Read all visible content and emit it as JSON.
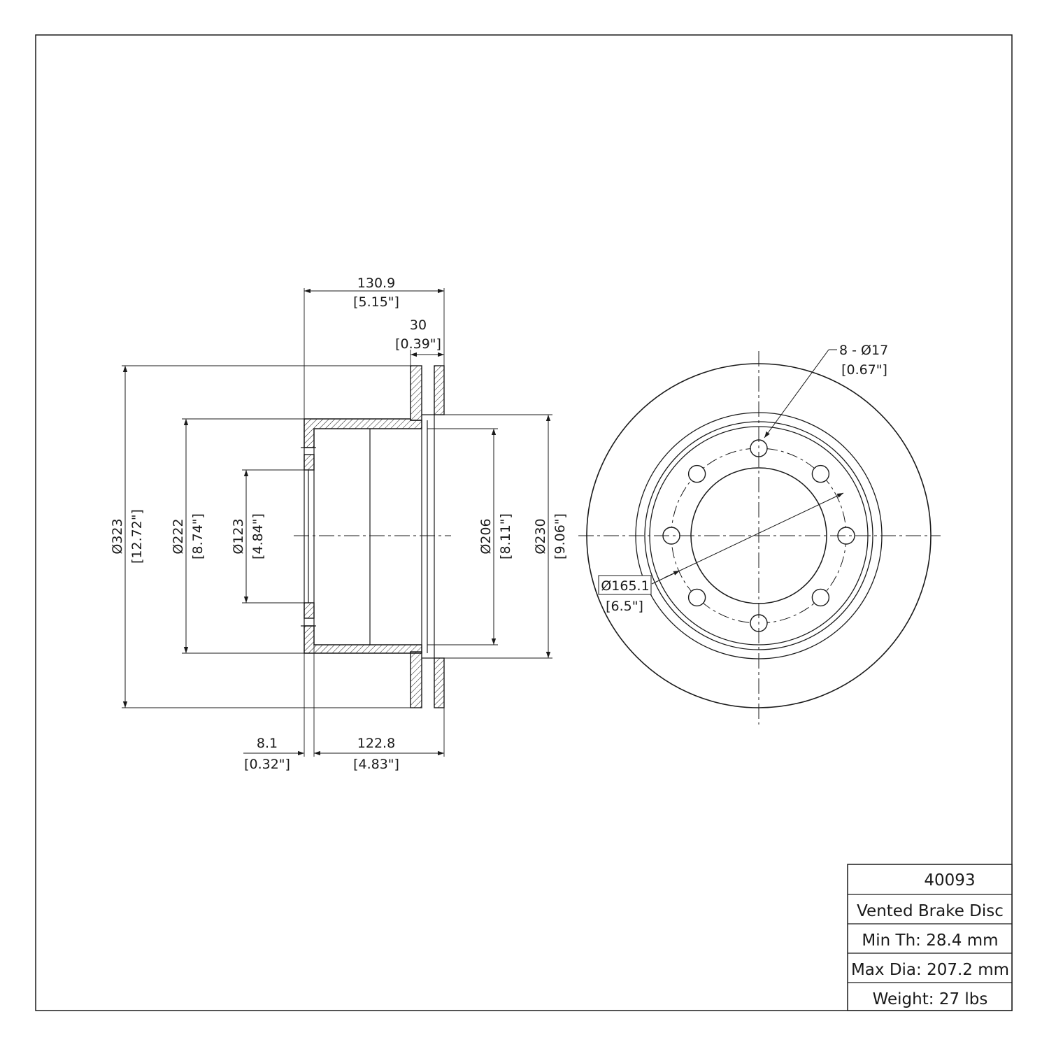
{
  "drawing": {
    "dimensions": {
      "overall_width": {
        "mm": "130.9",
        "inch": "[5.15\"]"
      },
      "rotor_thickness": {
        "mm": "30",
        "inch": "[0.39\"]"
      },
      "hat_thickness": {
        "mm": "8.1",
        "inch": "[0.32\"]"
      },
      "hat_depth": {
        "mm": "122.8",
        "inch": "[4.83\"]"
      },
      "outer_diameter": {
        "mm": "Ø323",
        "inch": "[12.72\"]"
      },
      "hat_outer_diameter": {
        "mm": "Ø222",
        "inch": "[8.74\"]"
      },
      "center_bore": {
        "mm": "Ø123",
        "inch": "[4.84\"]"
      },
      "inner_hat_diameter": {
        "mm": "Ø206",
        "inch": "[8.11\"]"
      },
      "friction_inner_diameter": {
        "mm": "Ø230",
        "inch": "[9.06\"]"
      },
      "bolt_holes": {
        "mm": "8 - Ø17",
        "inch": "[0.67\"]"
      },
      "bolt_circle": {
        "mm": "Ø165.1",
        "inch": "[6.5\"]"
      }
    },
    "bolt_hole_count": 8
  },
  "title_block": {
    "part_number": "40093",
    "description": "Vented Brake Disc",
    "min_thickness": "Min Th: 28.4 mm",
    "max_diameter": "Max Dia: 207.2 mm",
    "weight": "Weight: 27 lbs"
  }
}
